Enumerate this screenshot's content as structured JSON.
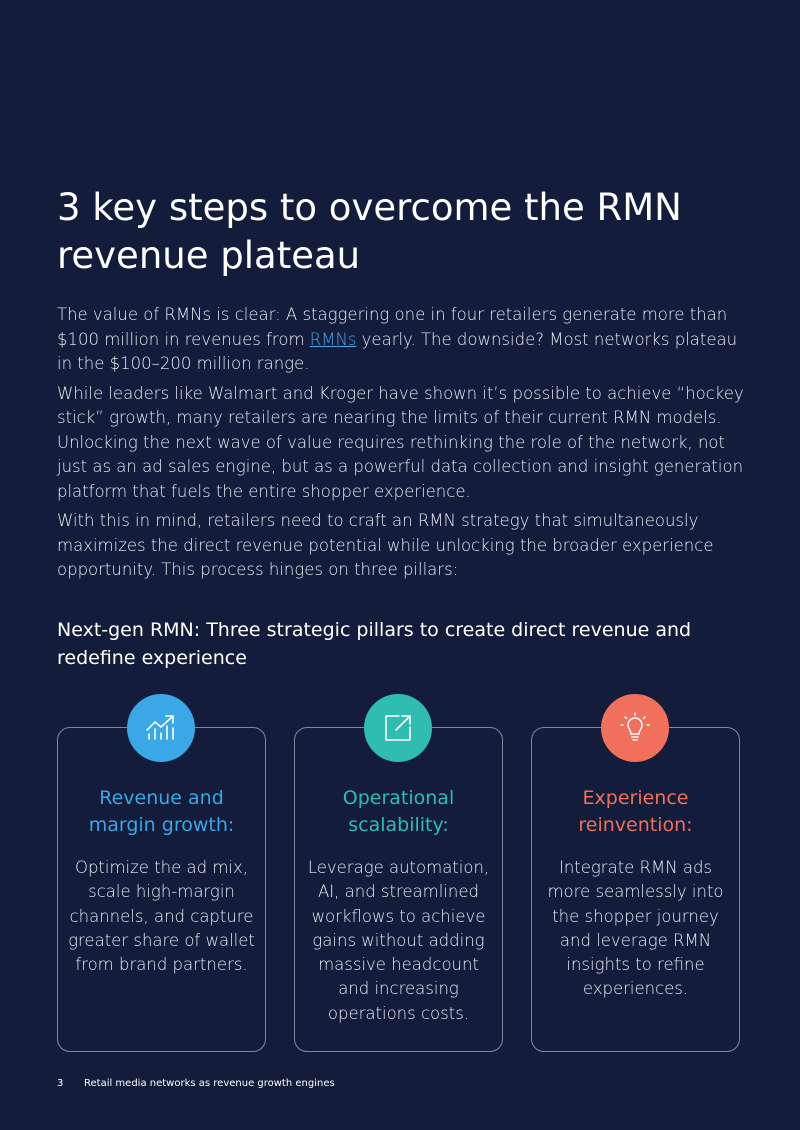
{
  "title": "3 key steps to overcome the RMN revenue plateau",
  "intro": {
    "p1_before_link": "The value of RMNs is clear: A staggering one in four retailers generate more than $100 million in revenues from ",
    "p1_link": "RMNs",
    "p1_after_link": " yearly. The downside? Most networks plateau in the $100–200 million range.",
    "p2": "While leaders like Walmart and Kroger have shown it’s possible to achieve “hockey stick” growth, many retailers are nearing the limits of their current RMN models. Unlocking the next wave of value requires rethinking the role of the network, not just as an ad sales engine, but as a powerful data collection and insight generation platform that fuels the entire shopper experience.",
    "p3": "With this in mind, retailers need to craft an RMN strategy that simultaneously maximizes the direct revenue potential while unlocking the broader experience opportunity. This process hinges on three pillars:"
  },
  "subheading": "Next-gen RMN: Three strategic pillars to create direct revenue and redefine experience",
  "pillars": [
    {
      "title": "Revenue and margin growth:",
      "text": "Optimize the ad mix, scale high-margin channels, and capture greater share of wallet from brand partners.",
      "color": "#3aa7e6",
      "icon": "growth-chart-icon"
    },
    {
      "title": "Operational scalability:",
      "text": "Leverage automation, AI, and streamlined workflows to achieve gains without adding massive headcount and increasing operations costs.",
      "color": "#2ebdb0",
      "icon": "expand-arrow-icon"
    },
    {
      "title": "Experience reinvention:",
      "text": "Integrate RMN ads more seamlessly into the shopper journey and leverage RMN insights to refine experiences.",
      "color": "#f0705c",
      "icon": "lightbulb-icon"
    }
  ],
  "footer": {
    "page_number": "3",
    "text": "Retail media networks as revenue growth engines"
  }
}
